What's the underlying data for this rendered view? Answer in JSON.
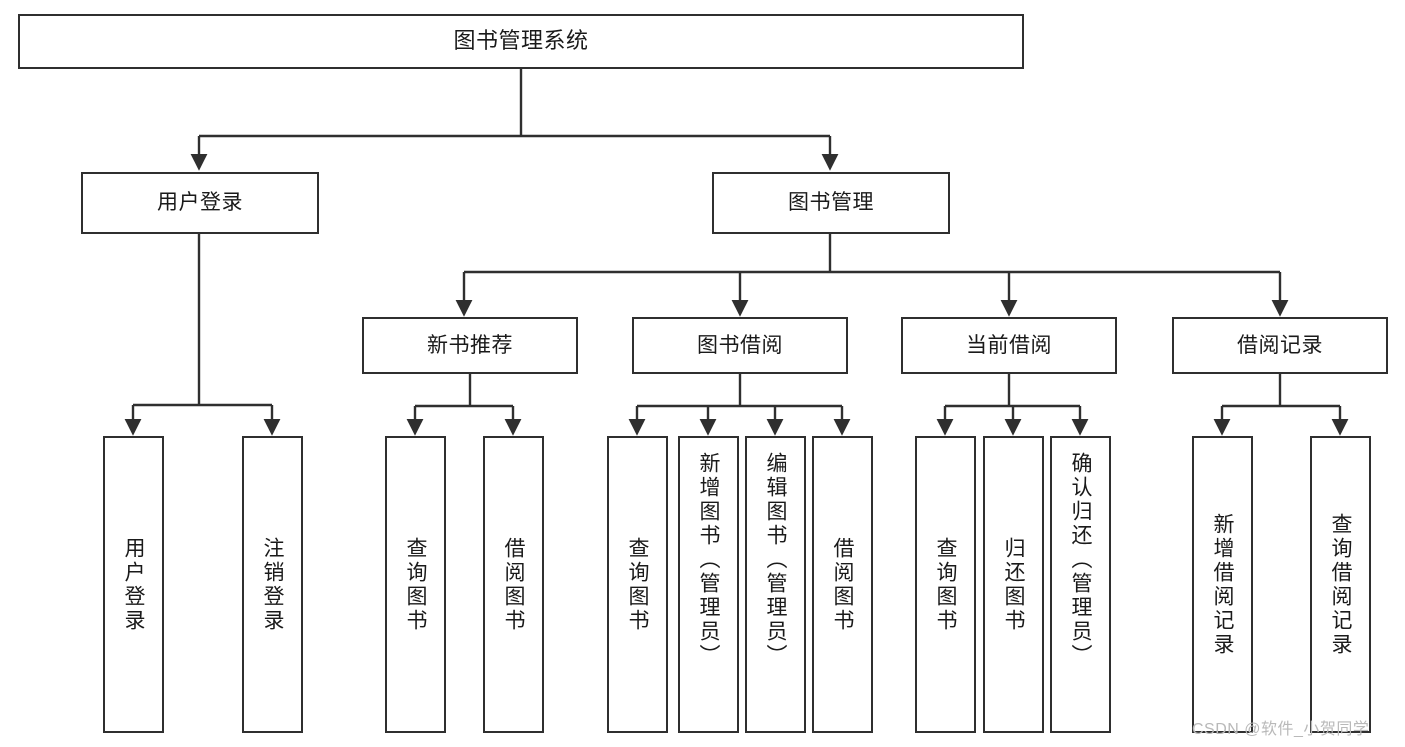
{
  "diagram": {
    "title_text": "图书管理系统",
    "watermark": "CSDN @软件_小贺同学",
    "colors": {
      "box_border": "#2f2f2f",
      "box_fill": "#ffffff",
      "connector": "#2f2f2f",
      "text": "#1a1a1a",
      "watermark": "#b9b9b9"
    },
    "levels": {
      "root": "图书管理系统",
      "level2": [
        "用户登录",
        "图书管理"
      ],
      "level3": [
        "新书推荐",
        "图书借阅",
        "当前借阅",
        "借阅记录"
      ]
    },
    "nodes": {
      "root": {
        "label": "图书管理系统"
      },
      "user_login": {
        "label": "用户登录"
      },
      "book_manage": {
        "label": "图书管理"
      },
      "new_book_rec": {
        "label": "新书推荐"
      },
      "book_borrow": {
        "label": "图书借阅"
      },
      "current_borrow": {
        "label": "当前借阅"
      },
      "borrow_record": {
        "label": "借阅记录"
      },
      "leaf_user_login": {
        "label": "用户登录"
      },
      "leaf_logout": {
        "label": "注销登录"
      },
      "leaf_query_book_1": {
        "label": "查询图书"
      },
      "leaf_borrow_book_1": {
        "label": "借阅图书"
      },
      "leaf_query_book_2": {
        "label": "查询图书"
      },
      "leaf_add_book": {
        "label": "新增图书（管理员）"
      },
      "leaf_edit_book": {
        "label": "编辑图书（管理员）"
      },
      "leaf_borrow_book_2": {
        "label": "借阅图书"
      },
      "leaf_query_book_3": {
        "label": "查询图书"
      },
      "leaf_return_book": {
        "label": "归还图书"
      },
      "leaf_confirm_return": {
        "label": "确认归还（管理员）"
      },
      "leaf_add_record": {
        "label": "新增借阅记录"
      },
      "leaf_query_record": {
        "label": "查询借阅记录"
      }
    }
  }
}
